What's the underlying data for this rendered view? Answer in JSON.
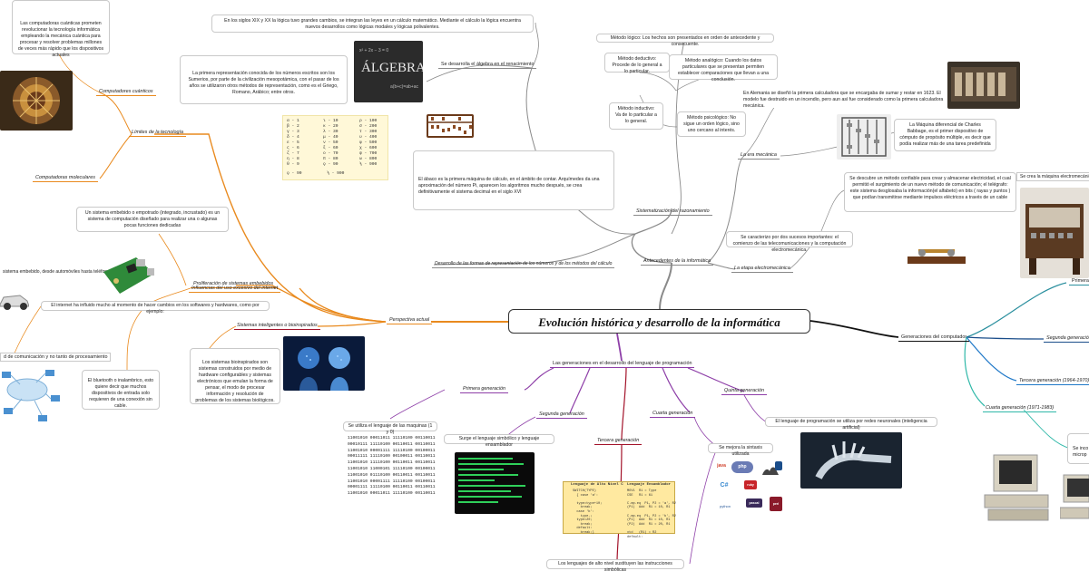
{
  "title": "Evolución histórica y desarrollo de la informática",
  "colors": {
    "purple": "#8e3fa8",
    "orange": "#e98a1e",
    "red": "#a3132a",
    "grey": "#8a8a8a",
    "teal": "#2a8f9e",
    "blue": "#1f78c8"
  },
  "branches": {
    "antecedentes": "Antecedentes de la informática",
    "sistematizacion": "Sistematización del razonamiento",
    "desarrollo_formas": "Desarrollo de las formas de representación de los números y de los métodos del cálculo",
    "algebra": "Se desarrolla el álgebra en el renacimiento",
    "era_mecanica": "La era mecánica",
    "etapa_electromecanica": "La etapa electromecánica",
    "perspectiva": "Perspectiva actual",
    "limites": "Límites de la tecnología",
    "computadores_cuanticos": "Computadores cuánticos",
    "computadoras_moleculares": "Computadoras moleculares",
    "proliferacion": "Proliferación de sistemas embebidos",
    "influencias": "Influencias del uso excesivo del internet",
    "sistemas_inteligentes": "Sistemas inteligentes o bioinspirados",
    "generaciones_lenguaje": "Las generaciones en el desarrollo del lenguaje de programación",
    "primera": "Primera generación",
    "segunda": "Segunda generación",
    "tercera": "Tercera generación",
    "cuarta": "Cuarta generación",
    "quinta": "Quinta generación",
    "generaciones_computador": "Generaciones del computador",
    "gc_primera": "Primera",
    "gc_segunda": "Segunda generación",
    "gc_tercera": "Tercera generación (1964-1970)",
    "gc_cuarta": "Cuarta generación (1971-1983)"
  },
  "texts": {
    "siglos_xix_xx": "En los siglos XIX y XX la lógica tuvo grandes cambios, se integran las leyes en un cálculo matemático. Mediante el cálculo la lógica encuentra nuevos desarrollos como lógicas modales y lógicas polivalentes.",
    "sumerios": "La primera representación conocida de los números escritos son los Sumerios, por parte de la civilización mesopotámica, con el pasar de los años se utilizaron otros métodos de representación, como es el Griego, Romano, Arábico; entre otros.",
    "abaco": "El ábaco es la primera máquina de cálculo, en el ámbito de contar. Arquímedes da una aproximación del número Pi, aparecen los algoritmos mucho después, se crea definitivamente el sistema decimal en el siglo XVI",
    "metodo_logico": "Método lógico: Los hechos son presentados en orden de antecedente y consecuente.",
    "metodo_deductivo": "Método deductivo: Procede de lo general a lo particular.",
    "metodo_analogico": "Método analógico: Cuando los datos particulares que se presentan permiten establecer comparaciones que llevan a una conclusión.",
    "metodo_inductivo": "Método inductivo: Va de lo particular a lo general.",
    "metodo_psicologico": "Método psicológico: No sigue un orden lógico, sino uno cercano al interés.",
    "alemania": "En Alemania se diseñó la primera calculadora que se encargaba de sumar y restar en 1623. El modelo fue destruido en un incendio, pero aun así fue considerado como la primera calculadora mecánica.",
    "babbage": "La Máquina diferencial de Charles Babbage, es el primer dispositivo de cómputo de propósito múltiple, es decir que podía realizar más de una tarea predefinida",
    "telegrafo": "Se descubre un método confiable para crear y almacenar electricidad, el cual permitió el surgimiento de un nuevo método de comunicación; el telégrafo: este sistema desglosaba la información(el alfabeto) en bits ( rayas y puntos ) que podían transmitirse mediante impulsos eléctricos a través de un cable",
    "maquina_electro": "Se crea la máquina electromecánica",
    "sucesos": "Se caracterizo por dos sucesos importantes: el comienzo de las telecomunicaciones y la computación electromecánica.",
    "cuanticos": "Las computadoras cuánticas prometen revolucionar la tecnología informática empleando la mecánica cuántica para procesar y resolver problemas millones de veces más rápido que los dispositivos actuales",
    "embebido": "Un sistema embebido o empotrado (integrado, incrustado) es un sistema de computación diseñado para realizar una o algunas pocas funciones dedicadas",
    "embebido_ejemplos": "sistema embebido, desde automóviles hasta teléfonos celu",
    "internet": "El internet ha influido mucho al momento de hacer cambios en los softwares y hardwares, como por ejemplo:",
    "comunicacion": "d de comunicación y no tanto de procesamiento",
    "bluetooth": "El bluetooth o inalambrico, esto quiere decir que muchos dispositivos de entrada solo requieren de una conexión sin cable.",
    "bioinspirados": "Los sistemas bioinspirados son sistemas construidos por medio de hardware configurables y sistemas electrónicos que emulan la forma de pensar, el modo de procesar información y resolución de problemas de los sistemas biológicos.",
    "lenguaje_maquina": "Se utiliza el lenguaje de las maquinas (1 y 0)",
    "simbolico": "Surge el lenguaje simbólico y lenguaje ensamblador",
    "sintaxis": "Se mejora la sintaxis utilizada",
    "neuronales": "El lenguaje de programación se utiliza por redes neuronales (inteligencia artificial)",
    "alto_nivel": "Los lenguajes de alto nivel sustituyen las instrucciones simbólicas",
    "cuarta_pc": "Se inco microp"
  },
  "binary_lines": [
    "11001010 00011011 11110100 00110011",
    "00010111 11110100 00110011 00110011",
    "11001010 00001111 11110100 00100011",
    "00011111 11110100 00100011 00110011",
    "11001010 11110100 00110011 00110011",
    "11001010 11000101 11110100 00100011",
    "11001010 01110100 00110011 00110011",
    "11001010 00001111 11110100 00100011",
    "00001111 11110100 00110011 00110011",
    "11001010 00011011 11110100 00110011"
  ],
  "symbols": {
    "col1": [
      "α - 1",
      "β - 2",
      "γ - 3",
      "δ - 4",
      "ε - 5",
      "ς - 6",
      "ζ - 7",
      "η - 8",
      "θ - 9"
    ],
    "col2": [
      "ι - 10",
      "κ - 20",
      "λ - 30",
      "μ - 40",
      "ν - 50",
      "ξ - 60",
      "ο - 70",
      "π - 80",
      "ϙ - 90"
    ],
    "col3": [
      "ρ - 100",
      "σ - 200",
      "τ - 300",
      "υ - 400",
      "φ - 500",
      "χ - 600",
      "ψ - 700",
      "ω - 800",
      "ϡ - 900"
    ],
    "footer": "ϙ - 90          ϡ - 900"
  },
  "code_card": {
    "left_header": "Lenguaje de Alto Nivel C",
    "right_header": "Lenguaje Ensamblador",
    "left_code": "SWITCH(TYPE)\n  { case 'a':\n\n  type=type+10;\n    break;\n  case 'b':\n    type-;\n  type=20;\n    break;\n  default:\n    break;}",
    "right_code": "MOV1  R1 = Type\nCSE   R1 = 61\n\nC.mp.eq  P1, P2 = 'a', R2\n(P1)  Add  R1 = 10, R1\n\nC.mp.eq  P1, P2 = 'b', R2\n(P1)  Add  R1 = 10, R1\n(P2)  Add  R1 = 20, R1\n\nxtd   (R1) = R2\ndefault:"
  },
  "logos": [
    "php",
    "java",
    "C#",
    "python",
    "ruby",
    "pascal",
    "perl"
  ],
  "algebra_board": "ÁLGEBRA"
}
